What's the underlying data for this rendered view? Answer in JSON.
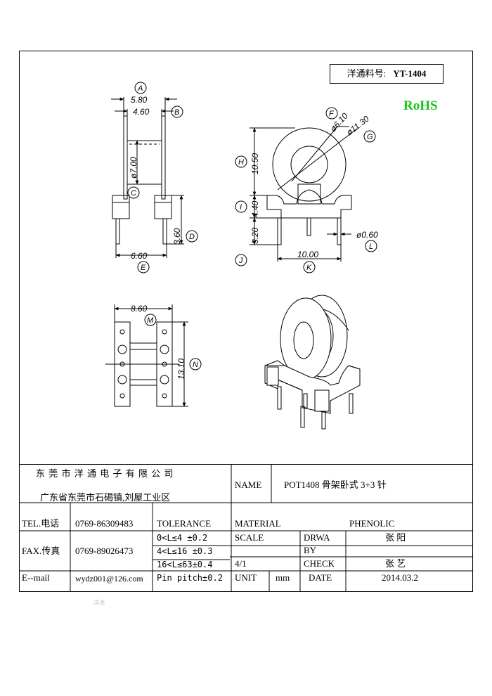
{
  "header": {
    "part_label": "洋通料号:",
    "part_no": "YT-1404",
    "rohs": "RoHS"
  },
  "dims": {
    "A": "A",
    "B": "B",
    "C": "C",
    "D": "D",
    "E": "E",
    "F": "F",
    "G": "G",
    "H": "H",
    "I": "I",
    "J": "J",
    "K": "K",
    "L": "L",
    "M": "M",
    "N": "N",
    "d580": "5.80",
    "d460": "4.60",
    "d700": "ø7.00",
    "d360": "3.60",
    "d660": "6.60",
    "d610": "ø6.10",
    "d1130": "ø11.30",
    "d1050": "10.50",
    "d440": "4.40",
    "d320": "3.20",
    "d1000": "10.00",
    "d060": "ø0.60",
    "d860": "8.60",
    "d1310": "13.10"
  },
  "title_block": {
    "company": "东 莞 市 洋 通 电 子 有 限 公 司",
    "address": "广东省东莞市石碣镇,刘屋工业区",
    "name_label": "NAME",
    "name_value": "POT1408 骨架卧式 3+3 针",
    "tel_label": "TEL.电话",
    "tel_value": "0769-86309483",
    "tolerance_label": "TOLERANCE",
    "material_label": "MATERIAL",
    "material_value": "PHENOLIC",
    "fax_label": "FAX.传真",
    "fax_value": "0769-89026473",
    "tol1": "0<L≤4   ±0.2",
    "tol2": "4<L≤16  ±0.3",
    "tol3": "16<L≤63±0.4",
    "tol4": "Pin pitch±0.2",
    "scale_label": "SCALE",
    "scale_value": "4/1",
    "drawn_label_1": "DRWA",
    "drawn_label_2": "BY",
    "drawn_value": "张 阳",
    "check_label": "CHECK",
    "check_value": "张 艺",
    "email_label": "E--mail",
    "email_value": "wydz001@126.com",
    "unit_label": "UNIT",
    "unit_value": "mm",
    "date_label": "DATE",
    "date_value": "2014.03.2"
  },
  "footer_faint": "洋通"
}
